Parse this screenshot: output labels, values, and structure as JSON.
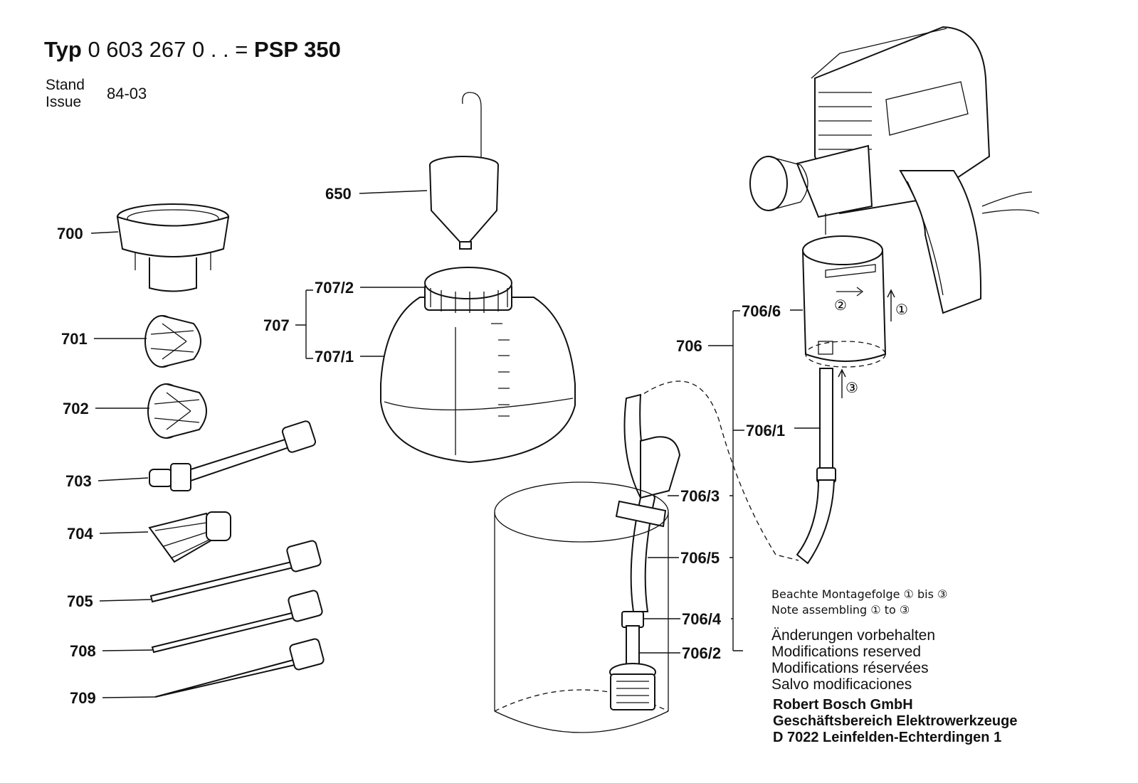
{
  "header": {
    "typ_word": "Typ",
    "typ_number": "0 603 267 0 . .",
    "equals": "=",
    "model": "PSP 350",
    "stand_label": "Stand",
    "issue_label": "Issue",
    "issue_value": "84-03"
  },
  "parts": {
    "p650": "650",
    "p700": "700",
    "p701": "701",
    "p702": "702",
    "p703": "703",
    "p704": "704",
    "p705": "705",
    "p708": "708",
    "p709": "709",
    "p707": "707",
    "p707_1": "707/1",
    "p707_2": "707/2",
    "p706": "706",
    "p706_1": "706/1",
    "p706_2": "706/2",
    "p706_3": "706/3",
    "p706_4": "706/4",
    "p706_5": "706/5",
    "p706_6": "706/6"
  },
  "steps": {
    "s1": "①",
    "s2": "②",
    "s3": "③"
  },
  "notes": {
    "de": "Beachte Montagefolge ① bis ③",
    "en": "Note assembling ① to ③"
  },
  "modifications": [
    "Änderungen vorbehalten",
    "Modifications reserved",
    "Modifications réservées",
    "Salvo modificaciones"
  ],
  "company": [
    "Robert Bosch GmbH",
    "Geschäftsbereich Elektrowerkzeuge",
    "D 7022 Leinfelden-Echterdingen 1"
  ]
}
